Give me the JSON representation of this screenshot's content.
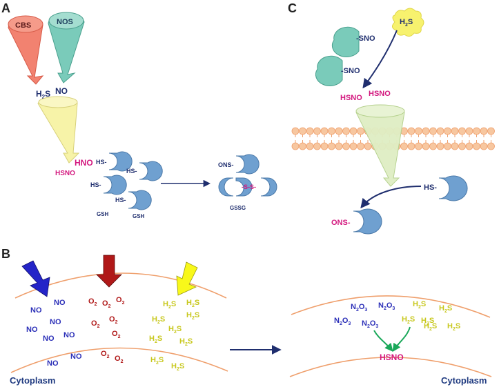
{
  "panels": {
    "a": "A",
    "b": "B",
    "c": "C"
  },
  "enzymes": {
    "cbs": "CBS",
    "nos": "NOS"
  },
  "colors": {
    "navy": "#1f2e6e",
    "magenta": "#d3177e",
    "no_blue": "#2b2fb8",
    "o2_red": "#b01818",
    "h2s_yellow": "#c8c81e",
    "protein": "#6fa0d0",
    "cbs_red": "#f28270",
    "nos_teal": "#7acbba",
    "pale_yellow": "#f7f3a8",
    "pale_green": "#dfeec4",
    "membrane": "#f7c7a0",
    "membrane_line": "#ef9f6c"
  },
  "panel_a": {
    "h2s_h": "H",
    "h2s_sub": "2",
    "h2s_s": "S",
    "no": "NO",
    "hno": "HNO",
    "hsno": "HSNO",
    "hs_prefix": "HS-",
    "gsh": "GSH",
    "ons_prefix": "ONS-",
    "disulfide": "-S-S-",
    "gssg": "GSSG"
  },
  "panel_c": {
    "sno_suffix": "-SNO",
    "h2s_h": "H",
    "h2s_sub": "2",
    "h2s_s": "S",
    "hsno": "HSNO",
    "hs_prefix": "HS-",
    "ons_prefix": "ONS-"
  },
  "panel_b": {
    "no": "NO",
    "o": "O",
    "o_sub": "2",
    "h": "H",
    "h_sub": "2",
    "s": "S",
    "n": "N",
    "n_sub": "2",
    "o3": "O",
    "o3_sub": "3",
    "hsno": "HSNO",
    "cytoplasm_left": "Cytoplasm",
    "cytoplasm_right": "Cytoplasm"
  }
}
